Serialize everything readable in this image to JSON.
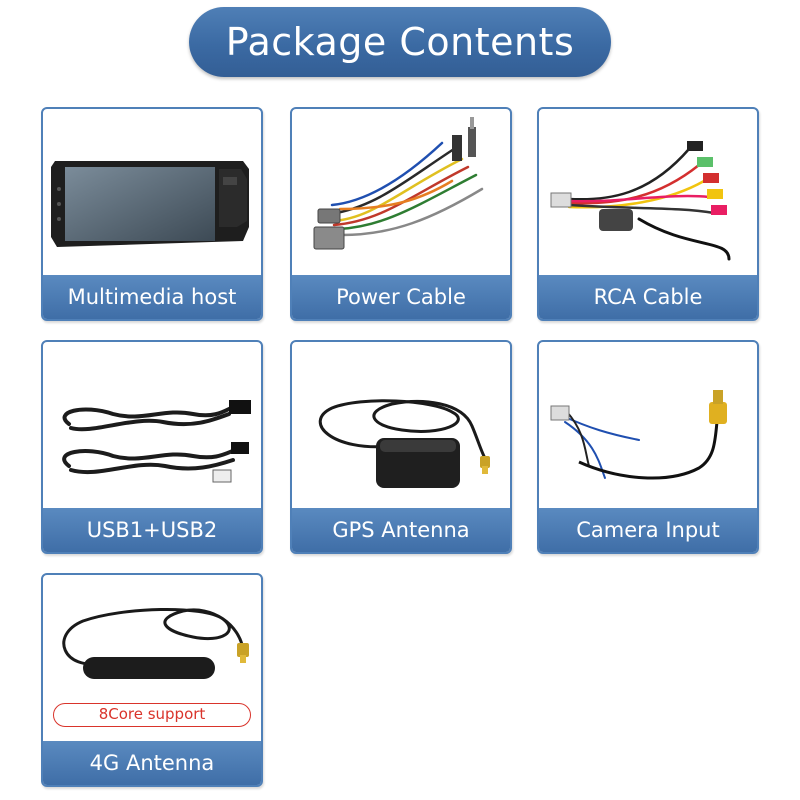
{
  "title": "Package Contents",
  "colors": {
    "accent": "#3b6aa3",
    "badge": "#d9342b"
  },
  "items": [
    {
      "label": "Multimedia host",
      "icon": "head-unit-icon"
    },
    {
      "label": "Power Cable",
      "icon": "wiring-harness-icon"
    },
    {
      "label": "RCA Cable",
      "icon": "rca-cable-icon"
    },
    {
      "label": "USB1+USB2",
      "icon": "usb-cable-icon"
    },
    {
      "label": "GPS Antenna",
      "icon": "gps-antenna-icon"
    },
    {
      "label": "Camera Input",
      "icon": "camera-cable-icon"
    },
    {
      "label": "4G Antenna",
      "icon": "lte-antenna-icon",
      "badge": "8Core support"
    }
  ]
}
